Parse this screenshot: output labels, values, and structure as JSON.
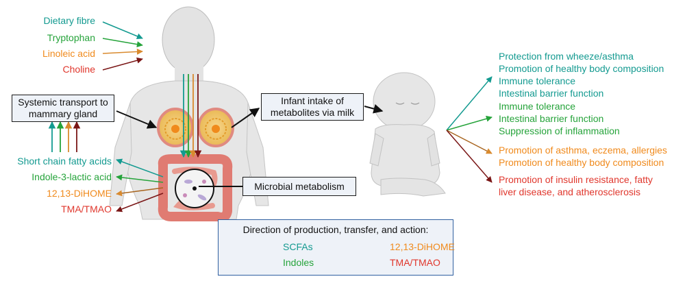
{
  "colors": {
    "teal": "#139a90",
    "green": "#25a33a",
    "orange": "#f08a1c",
    "red": "#e0362c",
    "dark_red": "#7a1616",
    "brown": "#a8651f",
    "box_fill": "#eef2f8",
    "legend_border": "#2f5fa0"
  },
  "diet_inputs": [
    {
      "label": "Dietary fibre",
      "color": "#139a90"
    },
    {
      "label": "Tryptophan",
      "color": "#25a33a"
    },
    {
      "label": "Linoleic acid",
      "color": "#f08a1c"
    },
    {
      "label": "Choline",
      "color": "#e0362c"
    }
  ],
  "gut_metabolites": [
    {
      "label": "Short chain fatty acids",
      "color": "#139a90"
    },
    {
      "label": "Indole-3-lactic acid",
      "color": "#25a33a"
    },
    {
      "label": "12,13-DiHOME",
      "color": "#f08a1c"
    },
    {
      "label": "TMA/TMAO",
      "color": "#e0362c"
    }
  ],
  "boxes": {
    "systemic_line1": "Systemic transport to",
    "systemic_line2": "mammary gland",
    "infant_line1": "Infant intake of",
    "infant_line2": "metabolites via milk",
    "microbial": "Microbial metabolism"
  },
  "infant_effects": [
    {
      "color": "#139a90",
      "lines": [
        "Protection from wheeze/asthma",
        "Promotion of healthy body composition",
        "Immune tolerance",
        "Intestinal barrier function"
      ]
    },
    {
      "color": "#25a33a",
      "lines": [
        "Immune tolerance",
        "Intestinal barrier function",
        "Suppression of inflammation"
      ]
    },
    {
      "color": "#f08a1c",
      "lines": [
        "Promotion of asthma, eczema, allergies",
        "Promotion of healthy body composition"
      ]
    },
    {
      "color": "#e0362c",
      "lines": [
        "Promotion of insulin resistance, fatty",
        "liver disease, and atherosclerosis"
      ]
    }
  ],
  "legend": {
    "title": "Direction of production, transfer, and action:",
    "items": [
      {
        "label": "SCFAs",
        "color": "#139a90"
      },
      {
        "label": "Indoles",
        "color": "#25a33a"
      },
      {
        "label": "12,13-DiHOME",
        "color": "#f08a1c"
      },
      {
        "label": "TMA/TMAO",
        "color": "#e0362c"
      }
    ]
  }
}
